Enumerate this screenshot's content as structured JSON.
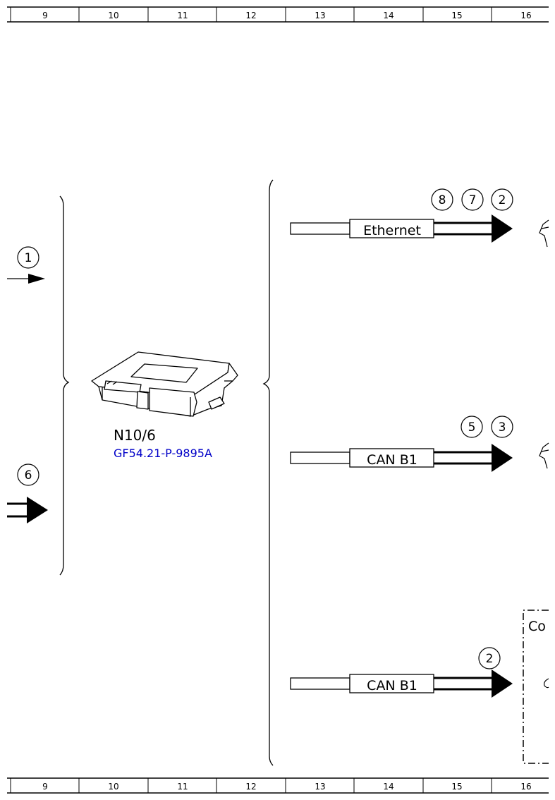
{
  "ruler": {
    "columns": [
      "9",
      "10",
      "11",
      "12",
      "13",
      "14",
      "15",
      "16"
    ]
  },
  "component": {
    "code": "N10/6",
    "reference": "GF54.21-P-9895A",
    "reference_color": "#0000c8"
  },
  "inputs": [
    {
      "marker": "1"
    },
    {
      "marker": "6"
    }
  ],
  "outputs": [
    {
      "label": "Ethernet",
      "markers": [
        "8",
        "7",
        "2"
      ]
    },
    {
      "label": "CAN B1",
      "markers": [
        "5",
        "3"
      ]
    },
    {
      "label": "CAN B1",
      "markers": [
        "2"
      ]
    }
  ],
  "dashed_box": {
    "label_visible": "Co"
  }
}
